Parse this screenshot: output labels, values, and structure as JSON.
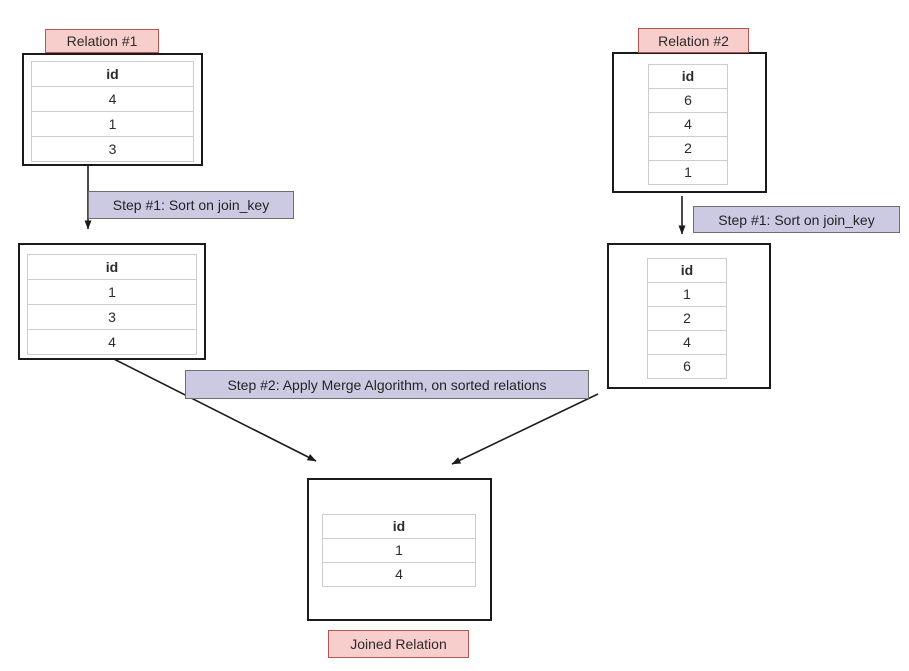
{
  "diagram": {
    "title_semantic": "Sort-Merge Join diagram",
    "relation1": {
      "label": "Relation #1",
      "table": {
        "header": "id",
        "rows": [
          "4",
          "1",
          "3"
        ]
      }
    },
    "relation2": {
      "label": "Relation #2",
      "table": {
        "header": "id",
        "rows": [
          "6",
          "4",
          "2",
          "1"
        ]
      }
    },
    "sorted1": {
      "table": {
        "header": "id",
        "rows": [
          "1",
          "3",
          "4"
        ]
      }
    },
    "sorted2": {
      "table": {
        "header": "id",
        "rows": [
          "1",
          "2",
          "4",
          "6"
        ]
      }
    },
    "joined": {
      "label": "Joined Relation",
      "table": {
        "header": "id",
        "rows": [
          "1",
          "4"
        ]
      }
    },
    "steps": {
      "step1_left": "Step #1: Sort on join_key",
      "step1_right": "Step #1: Sort on join_key",
      "step2": "Step #2: Apply Merge Algorithm, on sorted relations"
    },
    "colors": {
      "pink_bg": "#f8cecc",
      "pink_border": "#b85450",
      "step_bg": "#cccae2",
      "step_border": "#6e6e6e",
      "box_border": "#1b1b1b",
      "table_border": "#cdcdcd",
      "arrow": "#1c1c1c"
    }
  }
}
